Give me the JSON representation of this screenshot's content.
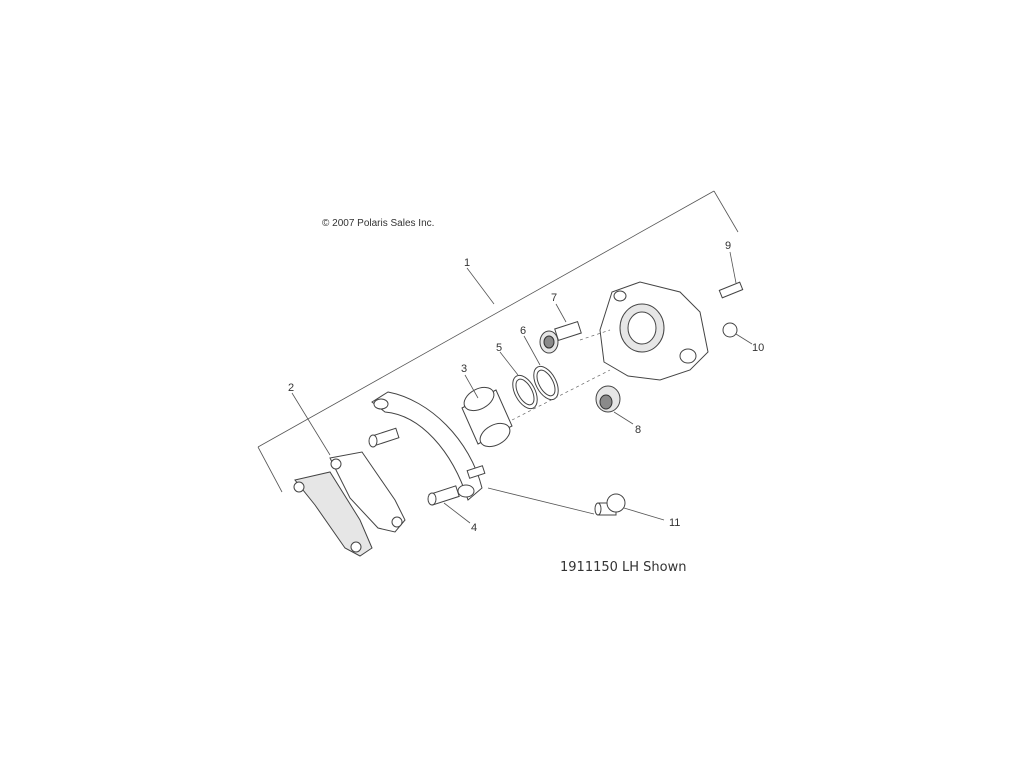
{
  "copyright": "© 2007 Polaris Sales Inc.",
  "drawing_id": "1911150 LH Shown",
  "callouts": {
    "c1": "1",
    "c2": "2",
    "c3": "3",
    "c4": "4",
    "c5": "5",
    "c6": "6",
    "c7": "7",
    "c8": "8",
    "c9": "9",
    "c10": "10",
    "c11": "11"
  },
  "colors": {
    "line": "#444444",
    "text": "#333333",
    "background": "#ffffff"
  }
}
